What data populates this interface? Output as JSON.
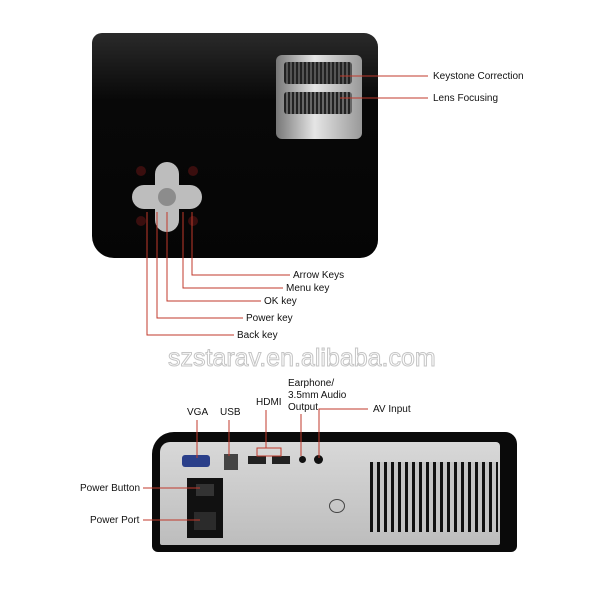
{
  "top_view": {
    "labels": {
      "keystone": "Keystone Correction",
      "lens": "Lens Focusing",
      "arrow_keys": "Arrow Keys",
      "menu_key": "Menu key",
      "ok_key": "OK key",
      "power_key": "Power key",
      "back_key": "Back key"
    }
  },
  "watermark": "szstarav.en.alibaba.com",
  "rear_view": {
    "labels": {
      "vga": "VGA",
      "usb": "USB",
      "hdmi": "HDMI",
      "earphone_1": "Earphone/",
      "earphone_2": "3.5mm Audio",
      "earphone_3": "Output",
      "av_input": "AV Input",
      "power_button": "Power Button",
      "power_port": "Power Port"
    }
  },
  "colors": {
    "callout": "#c0392b",
    "body": "#0d0d0d",
    "panel": "#c9c9c9"
  }
}
